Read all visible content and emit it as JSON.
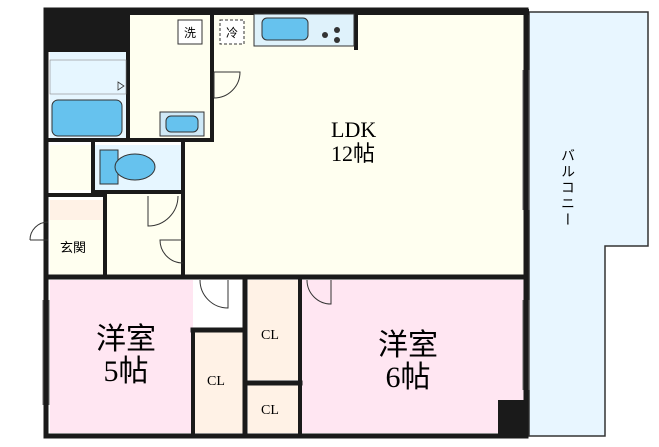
{
  "rooms": {
    "ldk": {
      "name": "LDK",
      "size": "12帖"
    },
    "western_room_left": {
      "name": "洋室",
      "size": "5帖"
    },
    "western_room_right": {
      "name": "洋室",
      "size": "6帖"
    },
    "entrance": {
      "name": "玄関"
    },
    "balcony": {
      "name": "バルコニー"
    },
    "closets": [
      "CL",
      "CL",
      "CL"
    ]
  },
  "icons": {
    "washer": {
      "label": "洗"
    },
    "water_heater": {
      "label": "冷"
    }
  },
  "colors": {
    "wall": "#1a1a1a",
    "floor_ldk": "#fffff0",
    "floor_western": "#ffe6f2",
    "floor_closet": "#fff2e6",
    "wet_area": "#e6f6ff",
    "fixture": "#66c2ee",
    "balcony": "#e8f6ff"
  }
}
